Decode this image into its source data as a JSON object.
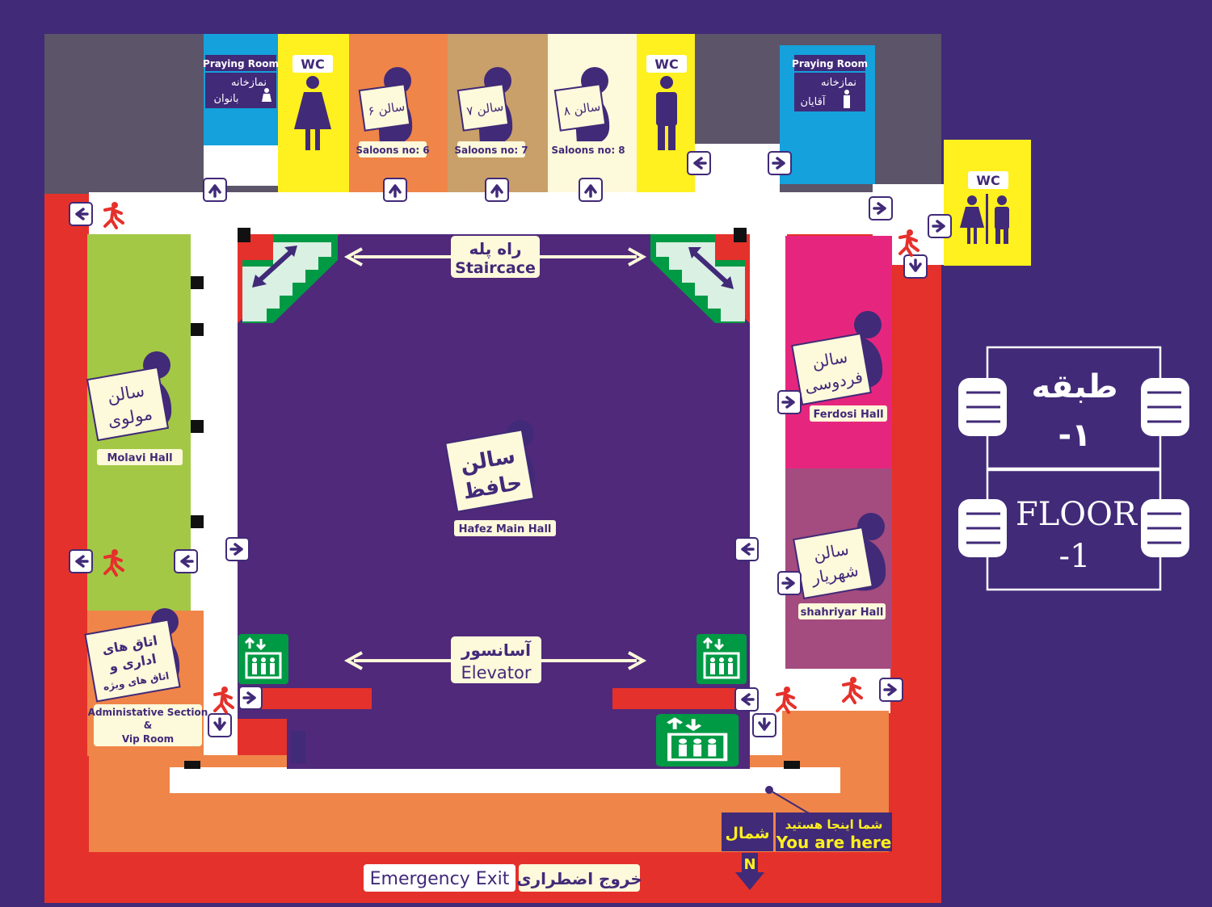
{
  "colors": {
    "background": "#412a78",
    "hall": "#50297a",
    "corridor": "#ffffff",
    "exit_red": "#e5312b",
    "orange": "#ef8548",
    "green_hall": "#a3c846",
    "pink_hall": "#e6267e",
    "mauve_hall": "#a44b80",
    "yellow": "#fff01f",
    "blue": "#14a1dc",
    "tan": "#c9a06a",
    "cream": "#fdf9db",
    "gray": "#5c5468",
    "stair_green": "#009a44"
  },
  "top_rooms": {
    "praying_women": {
      "title": "Praying Room",
      "fa_line1": "نمازخانه",
      "fa_line2": "بانوان"
    },
    "wc_women": {
      "label": "WC"
    },
    "saloon_6": {
      "sign": "سالن ۶",
      "caption": "Saloons no: 6"
    },
    "saloon_7": {
      "sign": "سالن ۷",
      "caption": "Saloons no: 7"
    },
    "saloon_8": {
      "sign": "سالن ۸",
      "caption": "Saloons no: 8"
    },
    "wc_men": {
      "label": "WC"
    },
    "praying_men": {
      "title": "Praying Room",
      "fa_line1": "نمازخانه",
      "fa_line2": "آقایان"
    },
    "wc_family": {
      "label": "WC"
    }
  },
  "halls": {
    "molavi": {
      "sign_line1": "سالن",
      "sign_line2": "مولوی",
      "caption": "Molavi Hall"
    },
    "hafez": {
      "sign_line1": "سالن",
      "sign_line2": "حافظ",
      "caption": "Hafez Main Hall"
    },
    "ferdosi": {
      "sign_line1": "سالن",
      "sign_line2": "فردوسی",
      "caption": "Ferdosi Hall"
    },
    "shahriyar": {
      "sign_line1": "سالن",
      "sign_line2": "شهریار",
      "caption": "shahriyar Hall"
    },
    "admin": {
      "sign_line1": "اتاق های",
      "sign_line2": "اداری و",
      "sign_line3": "اتاق های ویژه",
      "caption_line1": "Administative Section",
      "caption_line2": "&",
      "caption_line3": "Vip Room"
    }
  },
  "staircase": {
    "fa": "راه پله",
    "en": "Staircace"
  },
  "elevator": {
    "fa": "آسانسور",
    "en": "Elevator"
  },
  "you_are_here": {
    "fa": "شما اینجا هستید",
    "en": "You are here"
  },
  "north": {
    "fa": "شمال",
    "letter": "N"
  },
  "emergency_exit": {
    "en": "Emergency Exit",
    "fa": "خروج اضطراری"
  },
  "floor_sign": {
    "fa_word": "طبقه",
    "fa_num": "-۱",
    "en_word": "FLOOR",
    "en_num": "-1"
  }
}
